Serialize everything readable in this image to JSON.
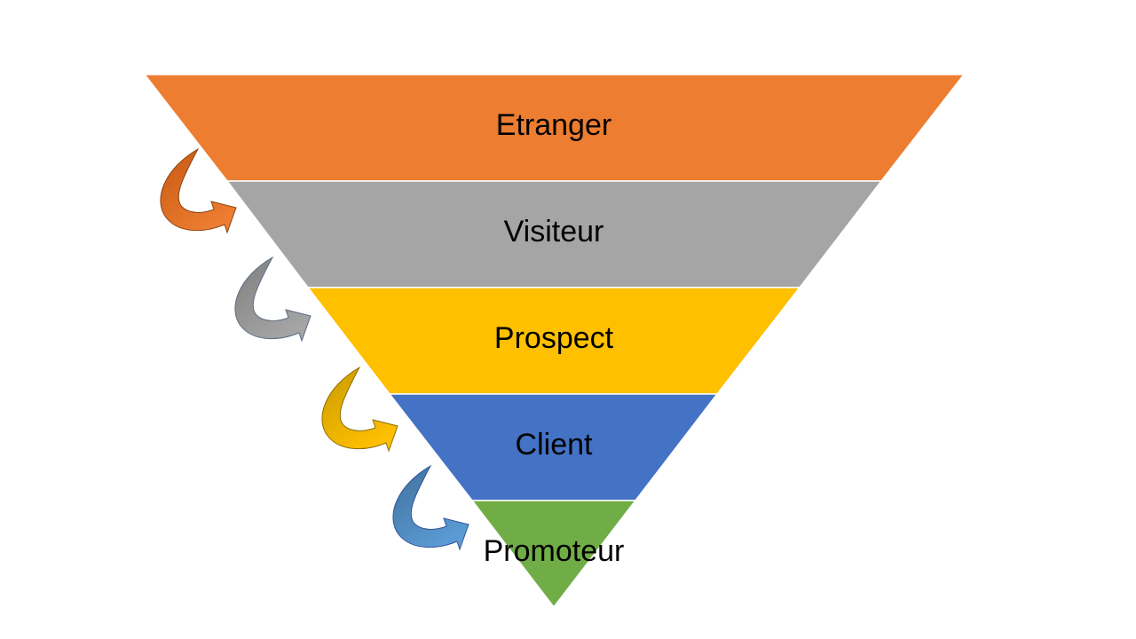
{
  "funnel": {
    "stages": [
      {
        "label": "Etranger",
        "color": "#ED7D31"
      },
      {
        "label": "Visiteur",
        "color": "#A5A5A5"
      },
      {
        "label": "Prospect",
        "color": "#FFC000"
      },
      {
        "label": "Client",
        "color": "#4472C4"
      },
      {
        "label": "Promoteur",
        "color": "#70AD47"
      }
    ],
    "arrows": [
      {
        "color_dark": "#C55A11",
        "color_light": "#ED7D31",
        "stroke": "#8B4513"
      },
      {
        "color_dark": "#7F7F7F",
        "color_light": "#A5A5A5",
        "stroke": "#5B6E85"
      },
      {
        "color_dark": "#C99A00",
        "color_light": "#FFC000",
        "stroke": "#8C6D00"
      },
      {
        "color_dark": "#41719C",
        "color_light": "#5B9BD5",
        "stroke": "#2F5597"
      }
    ]
  }
}
